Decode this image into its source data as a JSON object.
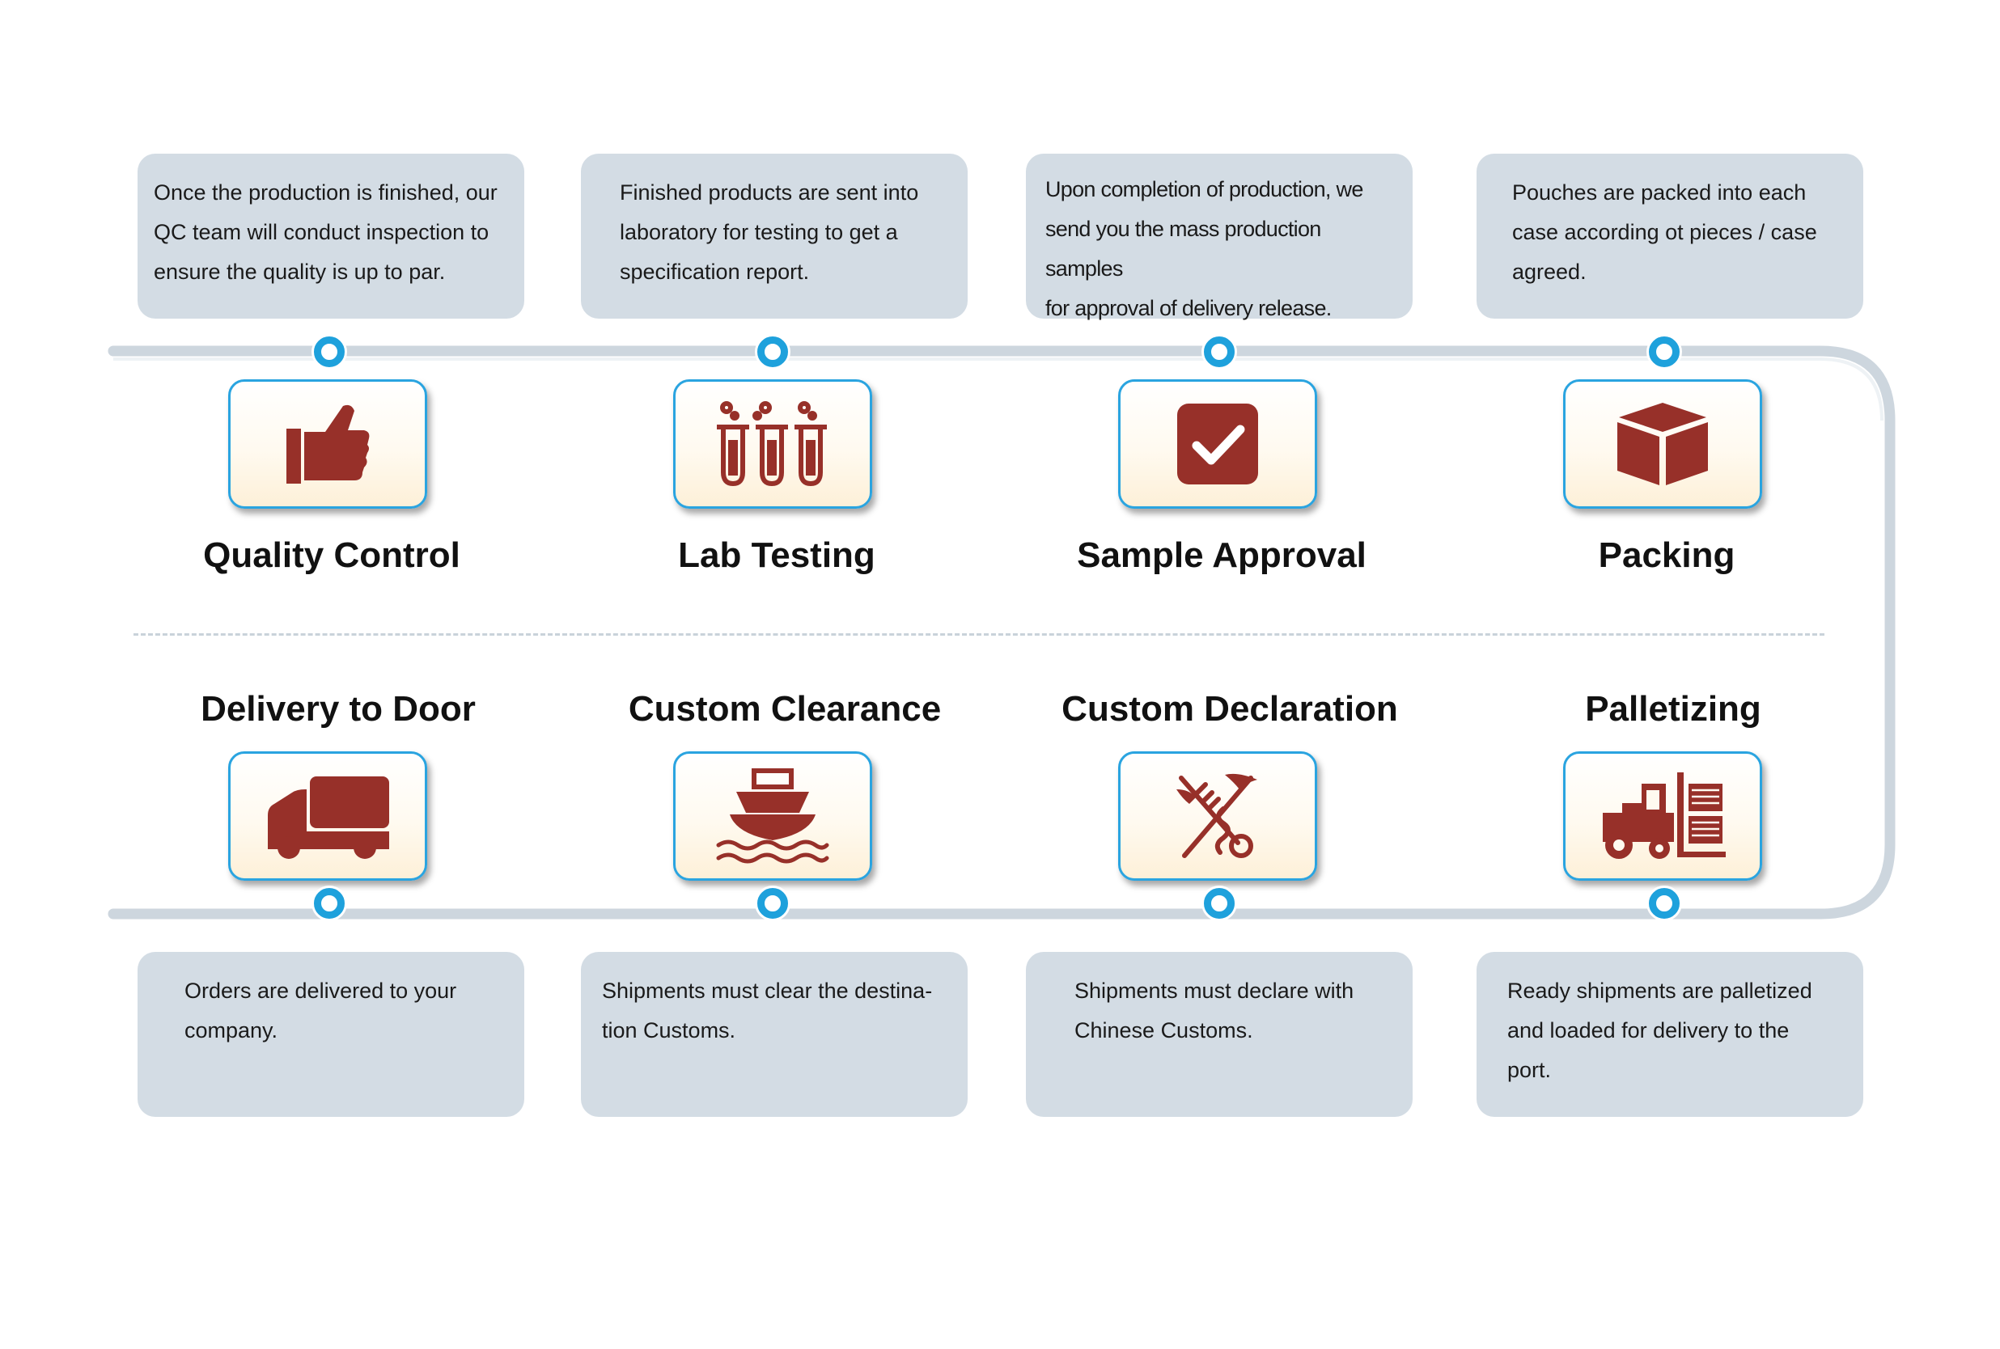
{
  "colors": {
    "track": "#cdd6de",
    "node": "#1ea1dc",
    "icon_border": "#2aa4e0",
    "icon_fill": "#973029",
    "description_bg": "#d3dce4"
  },
  "steps_top": [
    {
      "label": "Quality Control",
      "icon": "thumbs-up-icon",
      "description": [
        "Once the production is finished, our",
        "QC team will conduct inspection to",
        "ensure the quality is up to par."
      ]
    },
    {
      "label": "Lab Testing",
      "icon": "test-tubes-icon",
      "description": [
        "Finished products are sent into",
        "laboratory for testing to get a",
        "specification report."
      ]
    },
    {
      "label": "Sample Approval",
      "icon": "checkbox-icon",
      "description": [
        "Upon completion of production, we",
        "send you the mass production samples",
        "for approval of delivery release."
      ]
    },
    {
      "label": "Packing",
      "icon": "box-icon",
      "description": [
        "Pouches are packed into each",
        "case according ot pieces / case",
        "agreed."
      ]
    }
  ],
  "steps_bottom": [
    {
      "label": "Delivery to Door",
      "icon": "truck-icon",
      "description": [
        "Orders are delivered to your",
        "company."
      ]
    },
    {
      "label": "Custom Clearance",
      "icon": "ship-icon",
      "description": [
        "Shipments must clear the destina-",
        "tion Customs."
      ]
    },
    {
      "label": "Custom Declaration",
      "icon": "customs-emblem-icon",
      "description": [
        "Shipments must declare with",
        "Chinese Customs."
      ]
    },
    {
      "label": "Palletizing",
      "icon": "forklift-icon",
      "description": [
        "Ready shipments are palletized",
        "and loaded for delivery to the",
        "port."
      ]
    }
  ]
}
